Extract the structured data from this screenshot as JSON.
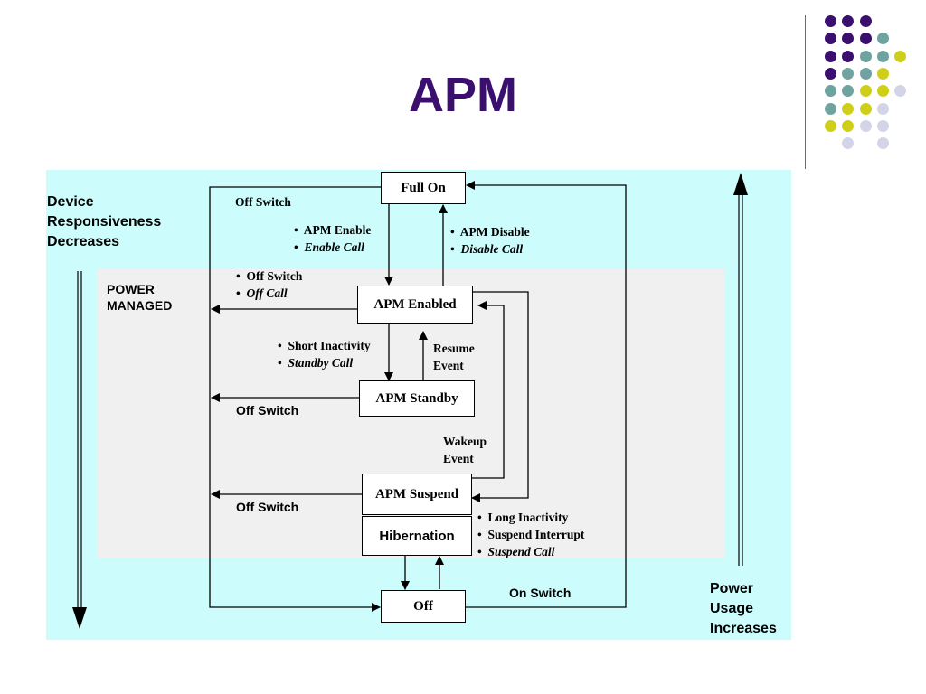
{
  "slide": {
    "title": "APM"
  },
  "theme": {
    "purple": "#3b0f6e",
    "teal": "#6fa3a0",
    "yellow": "#cfcf1a",
    "lavender": "#d4d4e8",
    "cyan_bg": "#ccfcfc",
    "gray_bg": "#f0f0f0"
  },
  "decoration": {
    "dot_grid": [
      [
        "purple",
        "purple",
        "purple",
        "",
        "",
        ""
      ],
      [
        "purple",
        "purple",
        "purple",
        "teal",
        "",
        ""
      ],
      [
        "purple",
        "purple",
        "teal",
        "teal",
        "yellow",
        ""
      ],
      [
        "purple",
        "teal",
        "teal",
        "yellow",
        "",
        ""
      ],
      [
        "teal",
        "teal",
        "yellow",
        "yellow",
        "lavender",
        ""
      ],
      [
        "teal",
        "yellow",
        "yellow",
        "lavender",
        "",
        ""
      ],
      [
        "yellow",
        "yellow",
        "lavender",
        "lavender",
        "",
        ""
      ],
      [
        "",
        "lavender",
        "",
        "lavender",
        "",
        ""
      ]
    ]
  },
  "diagram": {
    "states": {
      "full_on": "Full On",
      "apm_enabled": "APM Enabled",
      "apm_standby": "APM Standby",
      "apm_suspend": "APM Suspend",
      "hibernation": "Hibernation",
      "off": "Off"
    },
    "labels": {
      "off_switch_top": "Off Switch",
      "apm_enable": "APM Enable",
      "enable_call": "Enable Call",
      "apm_disable": "APM Disable",
      "disable_call": "Disable Call",
      "off_switch_enabled": "Off Switch",
      "off_call": "Off Call",
      "short_inactivity": "Short Inactivity",
      "standby_call": "Standby Call",
      "resume": "Resume",
      "event_resume": "Event",
      "off_switch_standby": "Off Switch",
      "wakeup": "Wakeup",
      "event_wakeup": "Event",
      "off_switch_suspend": "Off Switch",
      "long_inactivity": "Long Inactivity",
      "suspend_interrupt": "Suspend Interrupt",
      "suspend_call": "Suspend Call",
      "on_switch": "On Switch"
    },
    "left_axis": {
      "line1": "Device",
      "line2": "Responsiveness",
      "line3": "Decreases"
    },
    "power_managed": {
      "line1": "POWER",
      "line2": "MANAGED"
    },
    "right_axis": {
      "line1": "Power",
      "line2": "Usage",
      "line3": "Increases"
    }
  }
}
